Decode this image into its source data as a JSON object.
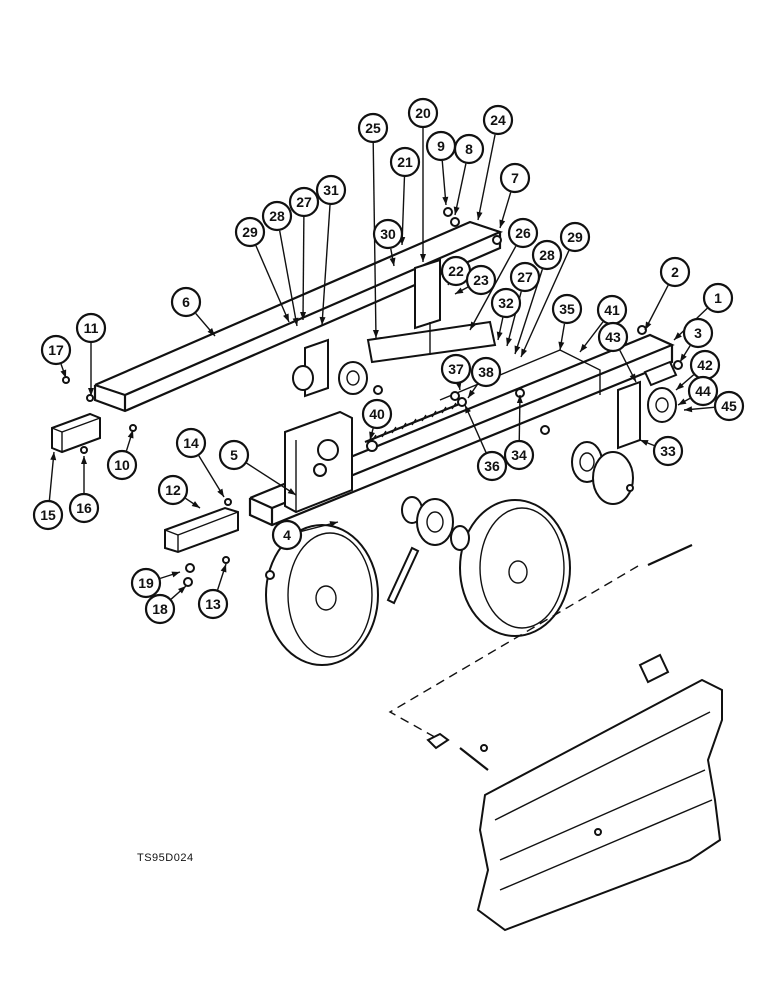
{
  "diagram": {
    "reference_code": "TS95D024",
    "callouts": [
      "1",
      "2",
      "3",
      "4",
      "5",
      "6",
      "7",
      "8",
      "9",
      "10",
      "11",
      "12",
      "13",
      "14",
      "15",
      "16",
      "17",
      "18",
      "19",
      "20",
      "21",
      "22",
      "23",
      "24",
      "25",
      "26",
      "27",
      "27",
      "28",
      "28",
      "29",
      "29",
      "30",
      "31",
      "32",
      "33",
      "34",
      "35",
      "36",
      "37",
      "38",
      "40",
      "41",
      "42",
      "43",
      "44",
      "45"
    ]
  }
}
